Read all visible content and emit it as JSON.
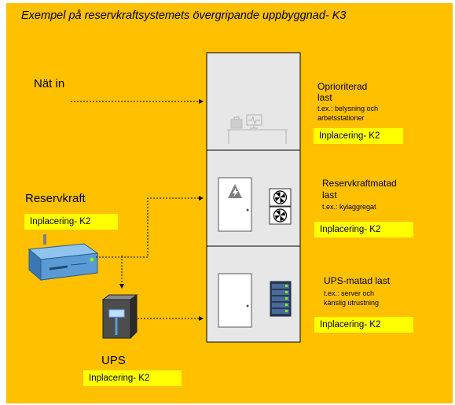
{
  "title": "Exempel på reservkraftsystemets övergripande uppbyggnad- K3",
  "grid_in_label": "Nät in",
  "reservkraft": {
    "label": "Reservkraft",
    "tag": "Inplacering- K2"
  },
  "ups": {
    "label": "UPS",
    "tag": "Inplacering- K2"
  },
  "floors": [
    {
      "title_line1": "Oprioriterad",
      "title_line2": "last",
      "desc_line1": "t.ex.: belysning och",
      "desc_line2": "arbetsstationer",
      "tag": "Inplacering- K2"
    },
    {
      "title_line1": "Reservkraftmatad",
      "title_line2": "last",
      "desc_line1": "t.ex.: kylaggregat",
      "desc_line2": "",
      "tag": "Inplacering- K2"
    },
    {
      "title_line1": "UPS-matad last",
      "title_line2": "",
      "desc_line1": "t.ex.: server och",
      "desc_line2": "känslig utrustning",
      "tag": "Inplacering- K2"
    }
  ],
  "colors": {
    "background": "#FFC000",
    "tag": "#FFFF00",
    "building": "#E7E7E7"
  },
  "icons": [
    "workstation-desk-icon",
    "high-voltage-door-icon",
    "cooling-fan-icon",
    "server-rack-icon",
    "generator-icon",
    "ups-unit-icon"
  ]
}
